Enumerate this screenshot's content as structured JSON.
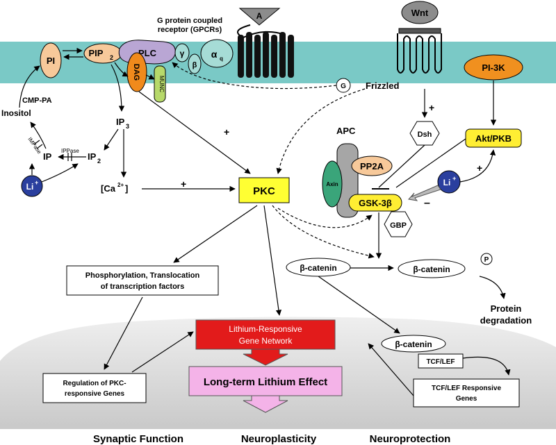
{
  "labels": {
    "gpcr_line1": "G protein coupled",
    "gpcr_line2": "receptor (GPCRs)",
    "ligand_a": "A",
    "wnt": "Wnt",
    "pi": "PI",
    "pip": "PIP",
    "pip_sub": "2",
    "plc": "PLC",
    "gamma": "γ",
    "beta": "β",
    "alpha": "α",
    "alpha_sub": "q",
    "dag": "DAG",
    "munc": "MUNC",
    "pi3k": "PI-3K",
    "g": "G",
    "frizzled": "Frizzled",
    "cmp_pa": "CMP-PA",
    "inositol": "Inositol",
    "ip3": "IP",
    "ip3_sub": "3",
    "impase": "IMPase",
    "ippase": "IPPase",
    "ip": "IP",
    "ip2": "IP",
    "ip2_sub": "2",
    "li": "Li",
    "li_sup": "+",
    "ca_open": "[Ca",
    "ca_sup": "2+",
    "ca_close": " ]",
    "plus": "+",
    "minus": "–",
    "pkc": "PKC",
    "apc": "APC",
    "dsh": "Dsh",
    "akt": "Akt/PKB",
    "pp2a": "PP2A",
    "axin": "Axin",
    "gsk": "GSK-3β",
    "gbp": "GBP",
    "phos_line1": "Phosphorylation, Translocation",
    "phos_line2": "of transcription factors",
    "beta_catenin": "β-catenin",
    "p": "P",
    "protein": "Protein",
    "degradation": "degradation",
    "lrgn_line1": "Lithium-Responsive",
    "lrgn_line2": "Gene Network",
    "ltle": "Long-term Lithium Effect",
    "tcf": "TCF/LEF",
    "reg_line1": "Regulation of PKC-",
    "reg_line2": "responsive Genes",
    "tcfresp_line1": "TCF/LEF Responsive",
    "tcfresp_line2": "Genes",
    "synaptic": "Synaptic Function",
    "neuroplasticity": "Neuroplasticity",
    "neuroprotection": "Neuroprotection"
  },
  "colors": {
    "membrane": "#7ac9c6",
    "lipid_peach": "#f7c99a",
    "plc_purple": "#b9a6d4",
    "dag_orange": "#f08a1c",
    "munc_green": "#b7d96a",
    "subunit_teal": "#a6dcd6",
    "receptor_black": "#111111",
    "pi3k_orange": "#f0901f",
    "li_blue": "#2a3f9e",
    "pkc_yellow": "#ffff33",
    "gsk_yellow": "#ffee33",
    "apc_gray": "#a6a6a6",
    "axin_green": "#3aa57a",
    "pp2a_peach": "#f7c99a",
    "nucleus_gray": "#d9d9d9",
    "lrgn_red": "#e21b1b",
    "ltle_pink": "#f4b3e8",
    "impase_orange": "#e08a2a"
  }
}
